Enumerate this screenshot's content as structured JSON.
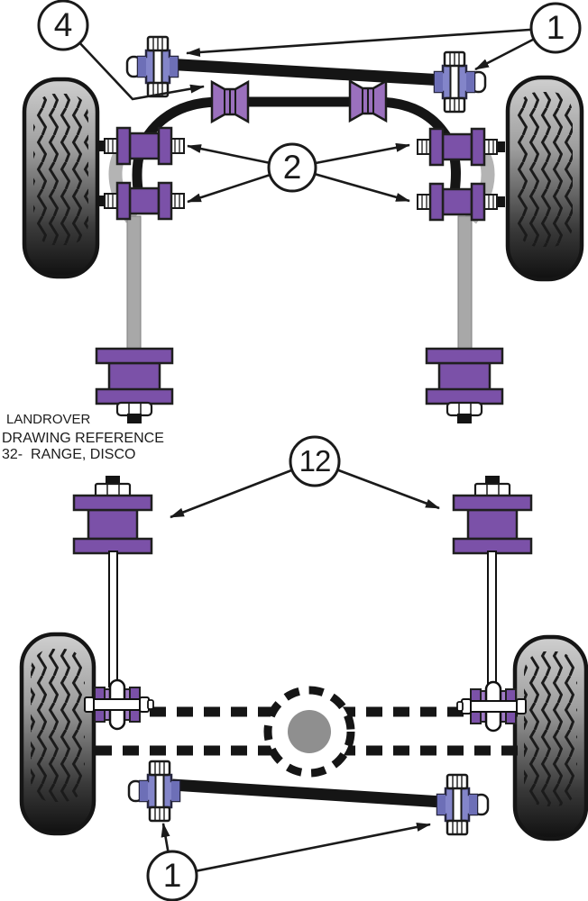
{
  "title_block": {
    "line1": "LANDROVER",
    "line2": "DRAWING REFERENCE",
    "line3": "32-  RANGE, DISCO"
  },
  "callouts": [
    {
      "id": "front-anti-roll-bar-bush",
      "label": "4"
    },
    {
      "id": "front-track-rod-end-bushes",
      "label": "1"
    },
    {
      "id": "front-radius-arm-bushes",
      "label": "2"
    },
    {
      "id": "rear-shock-top-mounts",
      "label": "12"
    },
    {
      "id": "rear-track-rod-end-bushes",
      "label": "1"
    }
  ],
  "colors": {
    "bush_purple": "#7b51a8",
    "arb_bush_purple": "#9a70bd",
    "rod_end_slate": "#8385c9",
    "eye_light_purple": "#a07ac6",
    "link_gray": "#a8a8a8",
    "arm_gray": "#b4b4b4",
    "diff_gray": "#8f8f8f",
    "line_black": "#1a1a1a"
  }
}
